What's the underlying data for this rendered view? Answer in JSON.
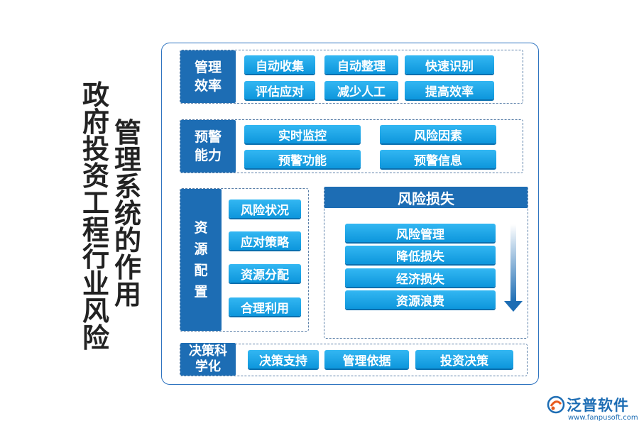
{
  "title": {
    "main": "政府投资工程行业风险",
    "sub": "管理系统的作用"
  },
  "sections": {
    "efficiency": {
      "heading": "管理效率",
      "items": [
        "自动收集",
        "自动整理",
        "快速识别",
        "评估应对",
        "减少人工",
        "提高效率"
      ]
    },
    "warning": {
      "heading": "预警能力",
      "items": [
        "实时监控",
        "风险因素",
        "预警功能",
        "预警信息"
      ]
    },
    "resources": {
      "heading": "资源配置",
      "items": [
        "风险状况",
        "应对策略",
        "资源分配",
        "合理利用"
      ]
    },
    "risk_loss": {
      "heading": "风险损失",
      "items": [
        "风险管理",
        "降低损失",
        "经济损失",
        "资源浪费"
      ]
    },
    "decision": {
      "heading": "决策科学化",
      "items": [
        "决策支持",
        "管理依据",
        "投资决策"
      ]
    }
  },
  "logo": {
    "name": "泛普软件",
    "url": "www.fanpusoft.com"
  },
  "colors": {
    "heading_blue": "#1d6db4",
    "chip_blue": "#1aa4e6",
    "border_blue": "#2f74c0"
  }
}
